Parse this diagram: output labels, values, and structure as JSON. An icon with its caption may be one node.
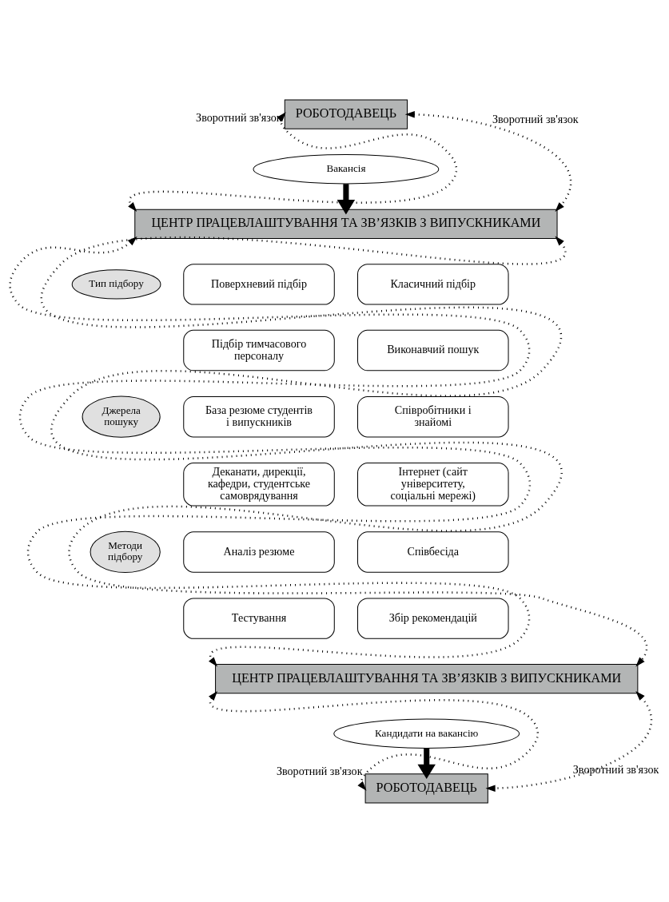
{
  "diagram": {
    "nodes": [
      {
        "text": [
          "РОБОТОДАВЕЦЬ"
        ]
      },
      {
        "text": [
          "Вакансія"
        ]
      },
      {
        "text": [
          "ЦЕНТР ПРАЦЕВЛАШТУВАННЯ ТА ЗВ’ЯЗКІВ З ВИПУСКНИКАМИ"
        ]
      },
      {
        "text": [
          "Тип підбору"
        ]
      },
      {
        "text": [
          "Поверхневий підбір"
        ]
      },
      {
        "text": [
          "Класичний підбір"
        ]
      },
      {
        "text": [
          "Підбір тимчасового персоналу"
        ]
      },
      {
        "text": [
          "Виконавчий пошук"
        ]
      },
      {
        "text": [
          "Джерела пошуку"
        ]
      },
      {
        "text": [
          "База резюме студентів і випускників"
        ]
      },
      {
        "text": [
          "Співробітники і знайомі"
        ]
      },
      {
        "text": [
          "Деканати, дирекції, кафедри, студентське самоврядування"
        ]
      },
      {
        "text": [
          "Інтернет (сайт університету, соціальні мережі)"
        ]
      },
      {
        "text": [
          "Методи підбору"
        ]
      },
      {
        "text": [
          "Аналіз резюме"
        ]
      },
      {
        "text": [
          "Співбесіда"
        ]
      },
      {
        "text": [
          "Тестування"
        ]
      },
      {
        "text": [
          "Збір рекомендацій"
        ]
      },
      {
        "text": [
          "ЦЕНТР ПРАЦЕВЛАШТУВАННЯ ТА ЗВ’ЯЗКІВ З ВИПУСКНИКАМИ"
        ]
      },
      {
        "text": [
          "Кандидати на вакансію"
        ]
      },
      {
        "text": [
          "РОБОТОДАВЕЦЬ"
        ]
      }
    ],
    "edges": [
      {
        "from": 0,
        "to": 2,
        "arrow": "both",
        "style": "dashed",
        "label": "Зворотний зв'язок"
      },
      {
        "from": 0,
        "to": 2,
        "arrow": "both",
        "style": "dashed",
        "label": "Зворотний зв'язок"
      },
      {
        "from": 1,
        "to": 2,
        "arrow": "to",
        "style": "thick"
      },
      {
        "from": 2,
        "to": 18,
        "arrow": "both",
        "style": "dashed"
      },
      {
        "from": 2,
        "to": 18,
        "arrow": "both",
        "style": "dashed"
      },
      {
        "from": 18,
        "to": 20,
        "arrow": "both",
        "style": "dashed",
        "label": "Зворотний зв'язок"
      },
      {
        "from": 18,
        "to": 20,
        "arrow": "both",
        "style": "dashed",
        "label": "Зворотний зв'язок"
      },
      {
        "from": 19,
        "to": 20,
        "arrow": "to",
        "style": "thick"
      }
    ]
  }
}
